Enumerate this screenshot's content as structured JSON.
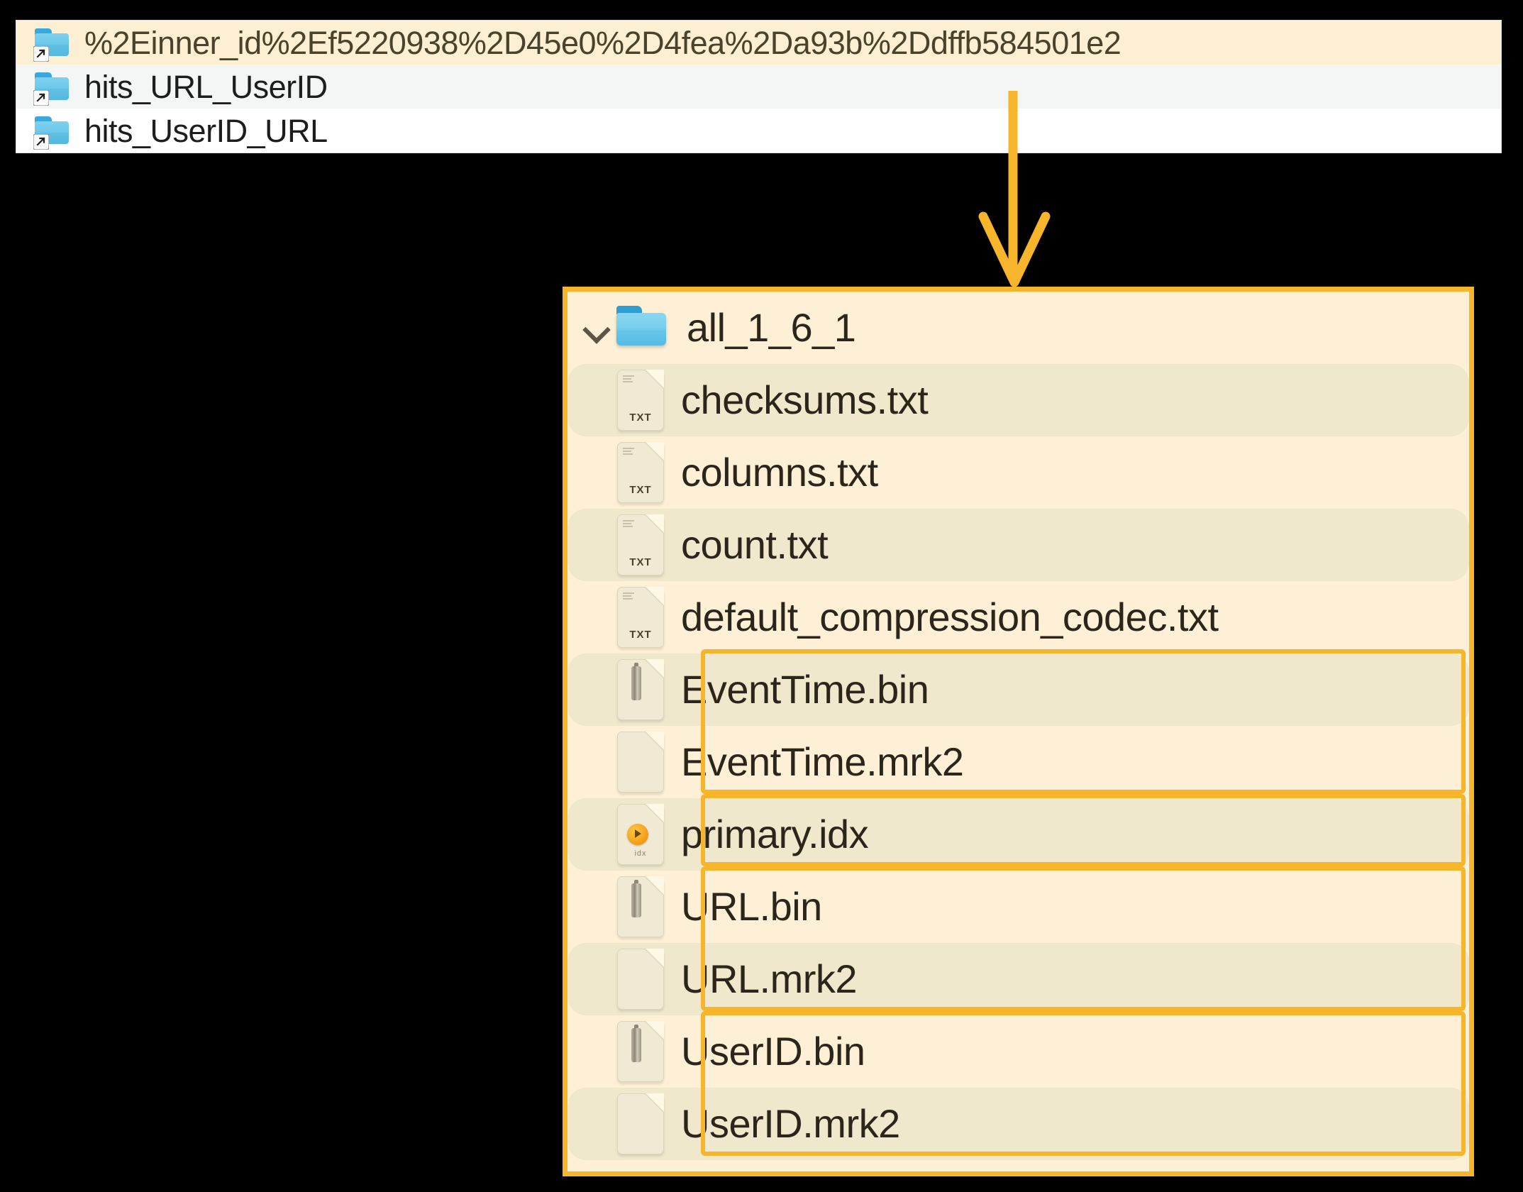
{
  "colors": {
    "accent": "#F7B52B",
    "panel_bg": "#FDF0D6",
    "zebra_bg": "#EFE8CD",
    "highlight_row": "#FCEFD2",
    "alt_row": "#F4F6F6",
    "folder_blue": "#66C5E9",
    "text": "#2B2619",
    "background": "#000000"
  },
  "top_list": {
    "rows": [
      {
        "label": "%2Einner_id%2Ef5220938%2D45e0%2D4fea%2Da93b%2Ddffb584501e2",
        "icon": "folder-shortcut-icon",
        "state": "highlight"
      },
      {
        "label": "hits_URL_UserID",
        "icon": "folder-shortcut-icon",
        "state": "alt"
      },
      {
        "label": "hits_UserID_URL",
        "icon": "folder-shortcut-icon",
        "state": "plain"
      }
    ]
  },
  "connector": {
    "icon": "down-arrow-icon",
    "color": "#F7B52B"
  },
  "panel": {
    "root": {
      "label": "all_1_6_1",
      "icon": "folder-icon",
      "chevron": "chevron-down-icon",
      "expanded": true
    },
    "files": [
      {
        "label": "checksums.txt",
        "icon": "txt-file-icon",
        "kind": "TXT",
        "zebra": true,
        "highlighted": false
      },
      {
        "label": "columns.txt",
        "icon": "txt-file-icon",
        "kind": "TXT",
        "zebra": false,
        "highlighted": false
      },
      {
        "label": "count.txt",
        "icon": "txt-file-icon",
        "kind": "TXT",
        "zebra": true,
        "highlighted": false
      },
      {
        "label": "default_compression_codec.txt",
        "icon": "txt-file-icon",
        "kind": "TXT",
        "zebra": false,
        "highlighted": false
      },
      {
        "label": "EventTime.bin",
        "icon": "bin-file-icon",
        "kind": "",
        "zebra": true,
        "highlighted": true
      },
      {
        "label": "EventTime.mrk2",
        "icon": "blank-file-icon",
        "kind": "",
        "zebra": false,
        "highlighted": true
      },
      {
        "label": "primary.idx",
        "icon": "idx-file-icon",
        "kind": "idx",
        "zebra": true,
        "highlighted": true
      },
      {
        "label": "URL.bin",
        "icon": "bin-file-icon",
        "kind": "",
        "zebra": false,
        "highlighted": true
      },
      {
        "label": "URL.mrk2",
        "icon": "blank-file-icon",
        "kind": "",
        "zebra": true,
        "highlighted": true
      },
      {
        "label": "UserID.bin",
        "icon": "bin-file-icon",
        "kind": "",
        "zebra": false,
        "highlighted": true
      },
      {
        "label": "UserID.mrk2",
        "icon": "blank-file-icon",
        "kind": "",
        "zebra": true,
        "highlighted": true
      }
    ],
    "highlight_groups": [
      {
        "name": "eventtime-group",
        "from": 4,
        "to": 5
      },
      {
        "name": "primary-idx-group",
        "from": 6,
        "to": 6
      },
      {
        "name": "url-group",
        "from": 7,
        "to": 8
      },
      {
        "name": "userid-group",
        "from": 9,
        "to": 10
      }
    ]
  }
}
